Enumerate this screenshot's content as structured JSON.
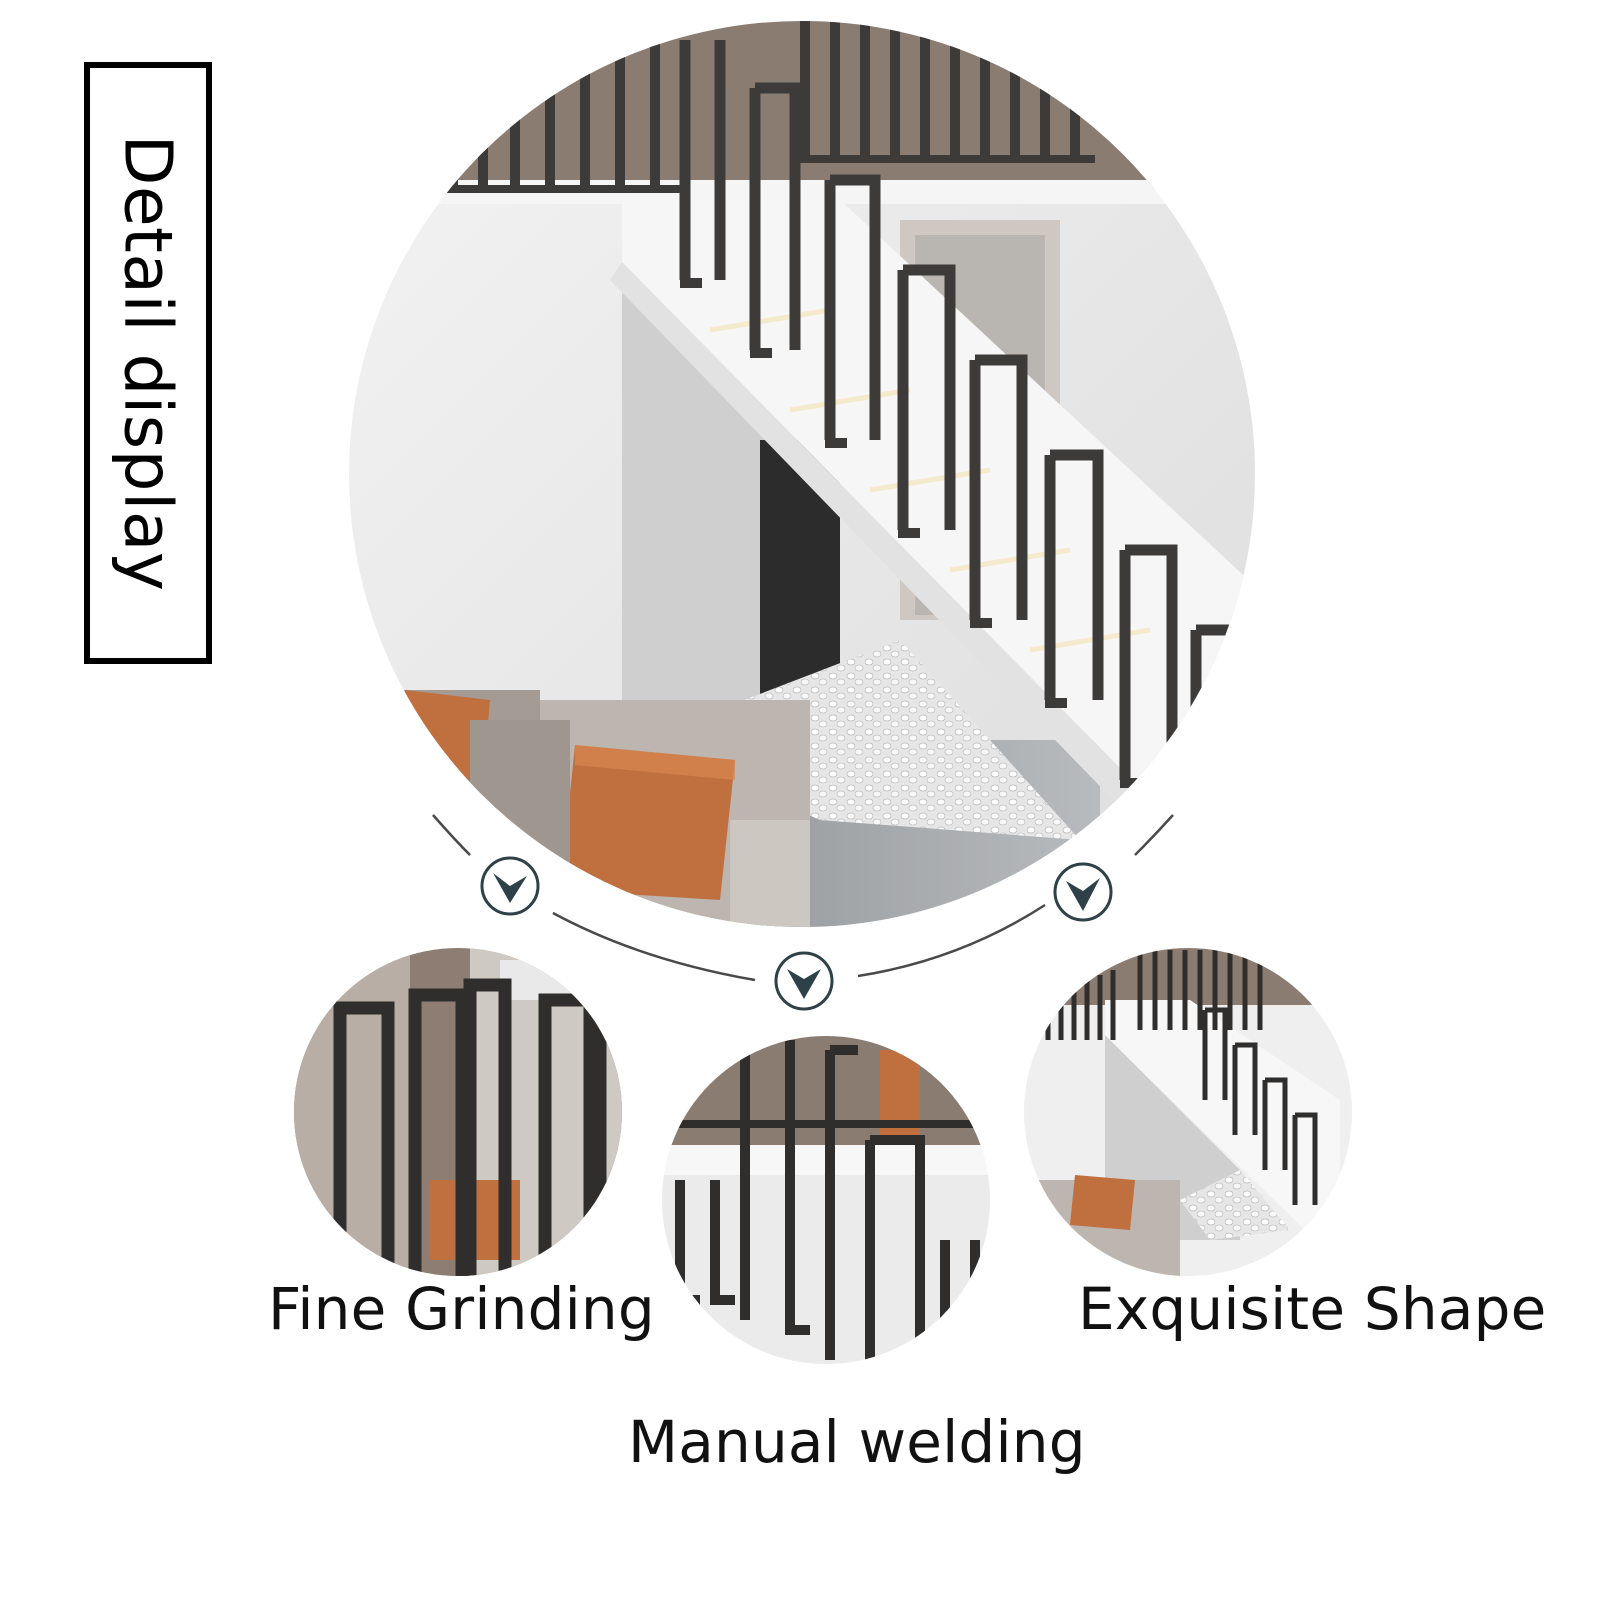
{
  "title": "Detail display",
  "features": [
    {
      "id": "fine-grinding",
      "label": "Fine Grinding"
    },
    {
      "id": "manual-welding",
      "label": "Manual welding"
    },
    {
      "id": "exquisite-shape",
      "label": "Exquisite Shape"
    }
  ],
  "colors": {
    "background": "#ffffff",
    "text": "#111111",
    "railing": "#3d3b3a",
    "wall": "#ececec",
    "cushion": "#c0703f",
    "badge": "#2f4148"
  },
  "icons": [
    "chevron-down-icon",
    "chevron-down-icon",
    "chevron-down-icon"
  ]
}
